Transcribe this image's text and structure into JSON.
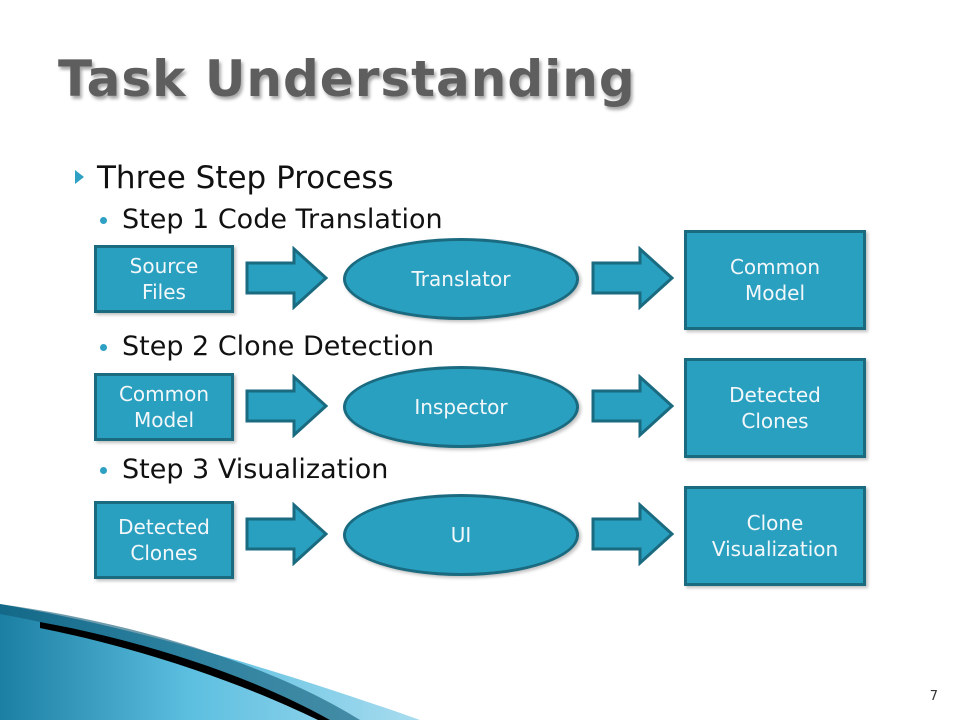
{
  "slide": {
    "title": "Task Understanding",
    "main_bullet": "Three Step Process",
    "page_number": "7"
  },
  "steps": [
    {
      "label": "Step 1 Code Translation",
      "input": "Source Files",
      "process": "Translator",
      "output": "Common Model"
    },
    {
      "label": "Step 2 Clone Detection",
      "input": "Common Model",
      "process": "Inspector",
      "output": "Detected Clones"
    },
    {
      "label": "Step 3 Visualization",
      "input": "Detected Clones",
      "process": "UI",
      "output": "Clone Visualization"
    }
  ],
  "colors": {
    "shape_fill": "#2aa0c0",
    "shape_border": "#1a6a80",
    "bullet_accent": "#2ea0c3",
    "title_text": "#5e5e5e"
  }
}
